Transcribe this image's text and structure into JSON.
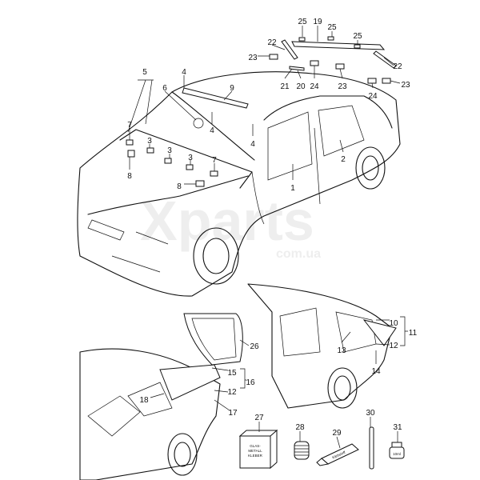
{
  "watermark": {
    "brand": "Xparts",
    "domain": "com.ua"
  },
  "labels": [
    "25",
    "19",
    "25",
    "25",
    "22",
    "23",
    "22",
    "23",
    "21",
    "20",
    "24",
    "23",
    "24",
    "5",
    "6",
    "4",
    "9",
    "4",
    "4",
    "7",
    "3",
    "3",
    "3",
    "7",
    "8",
    "8",
    "1",
    "2",
    "10",
    "11",
    "13",
    "12",
    "14",
    "26",
    "15",
    "16",
    "12",
    "18",
    "17",
    "27",
    "28",
    "29",
    "30",
    "31"
  ],
  "products": {
    "box_text_1": "GLAS-",
    "box_text_2": "METALL",
    "box_text_3": "KLEBER",
    "tube_text": "Klebstoff",
    "bottle_text": "10ml"
  }
}
